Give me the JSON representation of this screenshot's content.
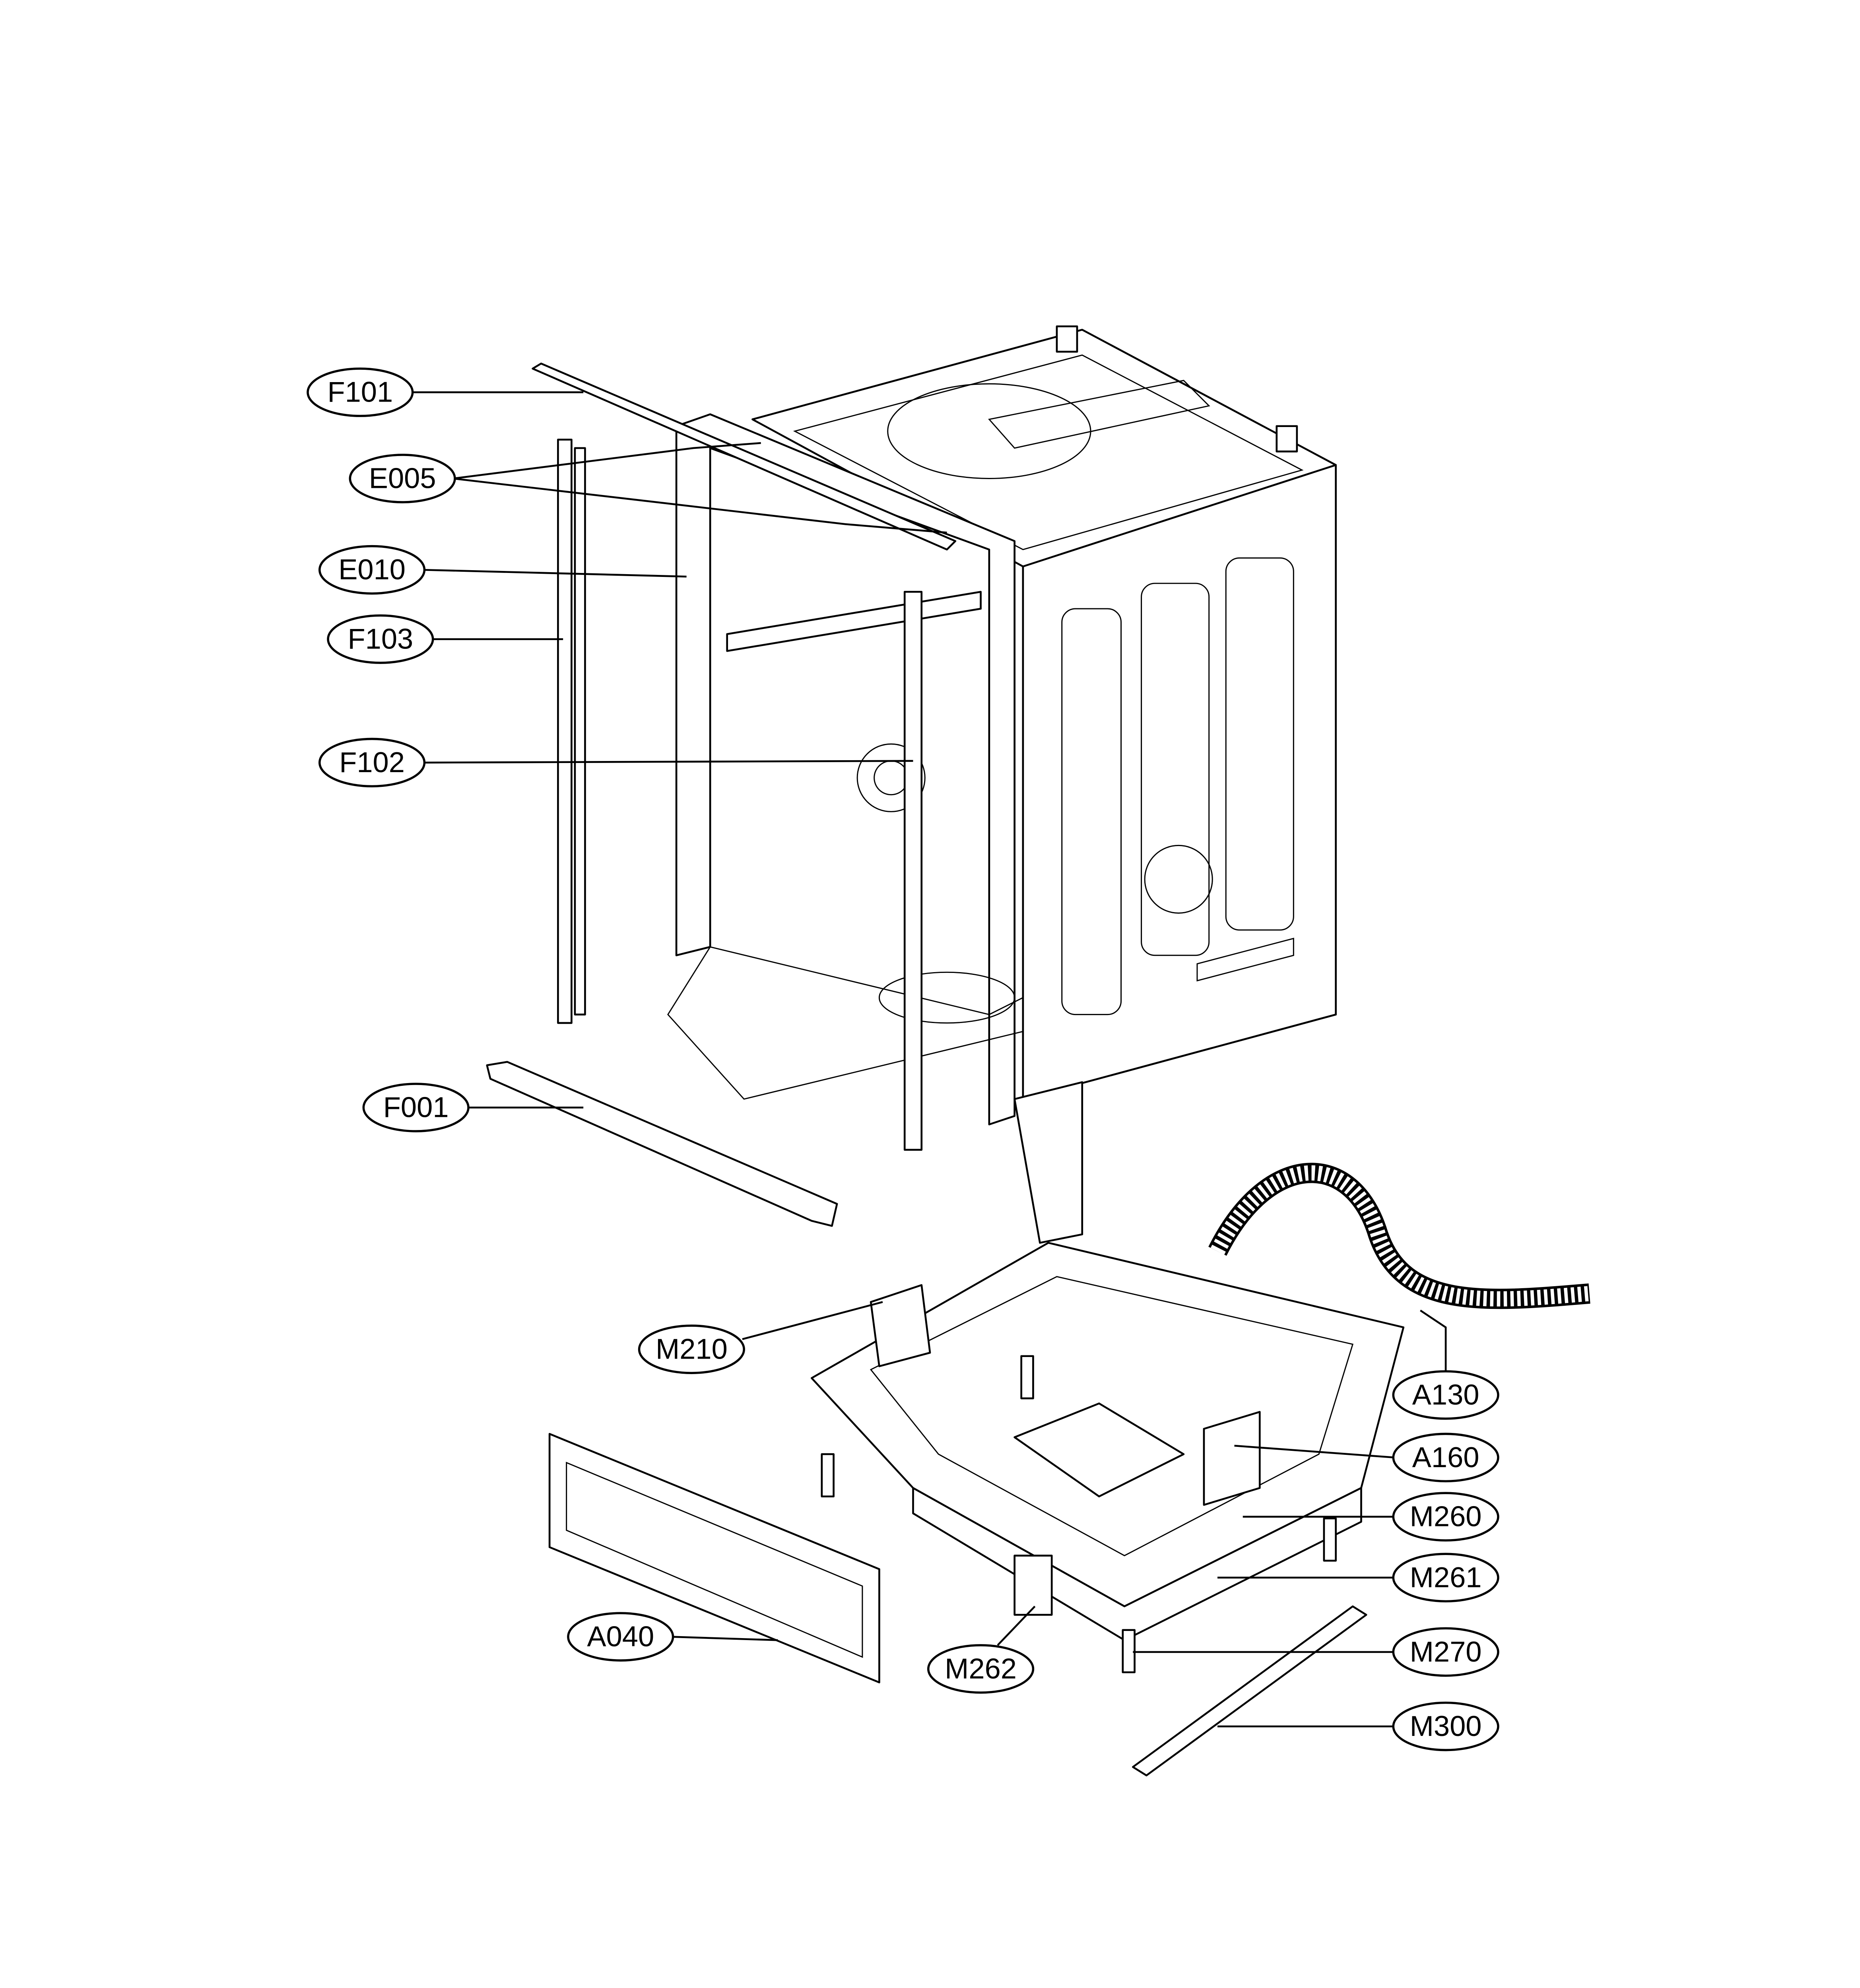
{
  "diagram": {
    "type": "exploded-parts-view",
    "callouts": [
      {
        "id": "F101",
        "label": "F101"
      },
      {
        "id": "E005",
        "label": "E005"
      },
      {
        "id": "E010",
        "label": "E010"
      },
      {
        "id": "F103",
        "label": "F103"
      },
      {
        "id": "F102",
        "label": "F102"
      },
      {
        "id": "F001",
        "label": "F001"
      },
      {
        "id": "M210",
        "label": "M210"
      },
      {
        "id": "A130",
        "label": "A130"
      },
      {
        "id": "A160",
        "label": "A160"
      },
      {
        "id": "M260",
        "label": "M260"
      },
      {
        "id": "M261",
        "label": "M261"
      },
      {
        "id": "M270",
        "label": "M270"
      },
      {
        "id": "M300",
        "label": "M300"
      },
      {
        "id": "A040",
        "label": "A040"
      },
      {
        "id": "M262",
        "label": "M262"
      }
    ]
  }
}
